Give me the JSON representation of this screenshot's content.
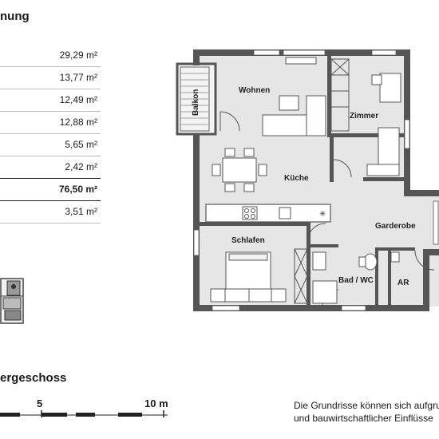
{
  "header": {
    "title": "nung"
  },
  "areas": [
    {
      "value": "29,29 m²"
    },
    {
      "value": "13,77 m²"
    },
    {
      "value": "12,49 m²"
    },
    {
      "value": "12,88 m²"
    },
    {
      "value": "5,65 m²"
    },
    {
      "value": "2,42 m²"
    },
    {
      "value": "76,50 m²"
    },
    {
      "value": "3,51 m²"
    }
  ],
  "rooms": {
    "wohnen": "Wohnen",
    "zimmer": "Zimmer",
    "balkon": "Balkon",
    "kueche": "Küche",
    "garderobe": "Garderobe",
    "schlafen": "Schlafen",
    "bad": "Bad / WC",
    "ar": "AR"
  },
  "floor": {
    "label": "ergeschoss"
  },
  "scale": {
    "mid": "5",
    "end": "10 m"
  },
  "note": {
    "line1": "Die Grundrisse können sich aufgrun",
    "line2": "und bauwirtschaftlicher Einflüsse"
  },
  "colors": {
    "wall": "#555555",
    "floor": "#e6e6e6",
    "accent": "#222222"
  }
}
